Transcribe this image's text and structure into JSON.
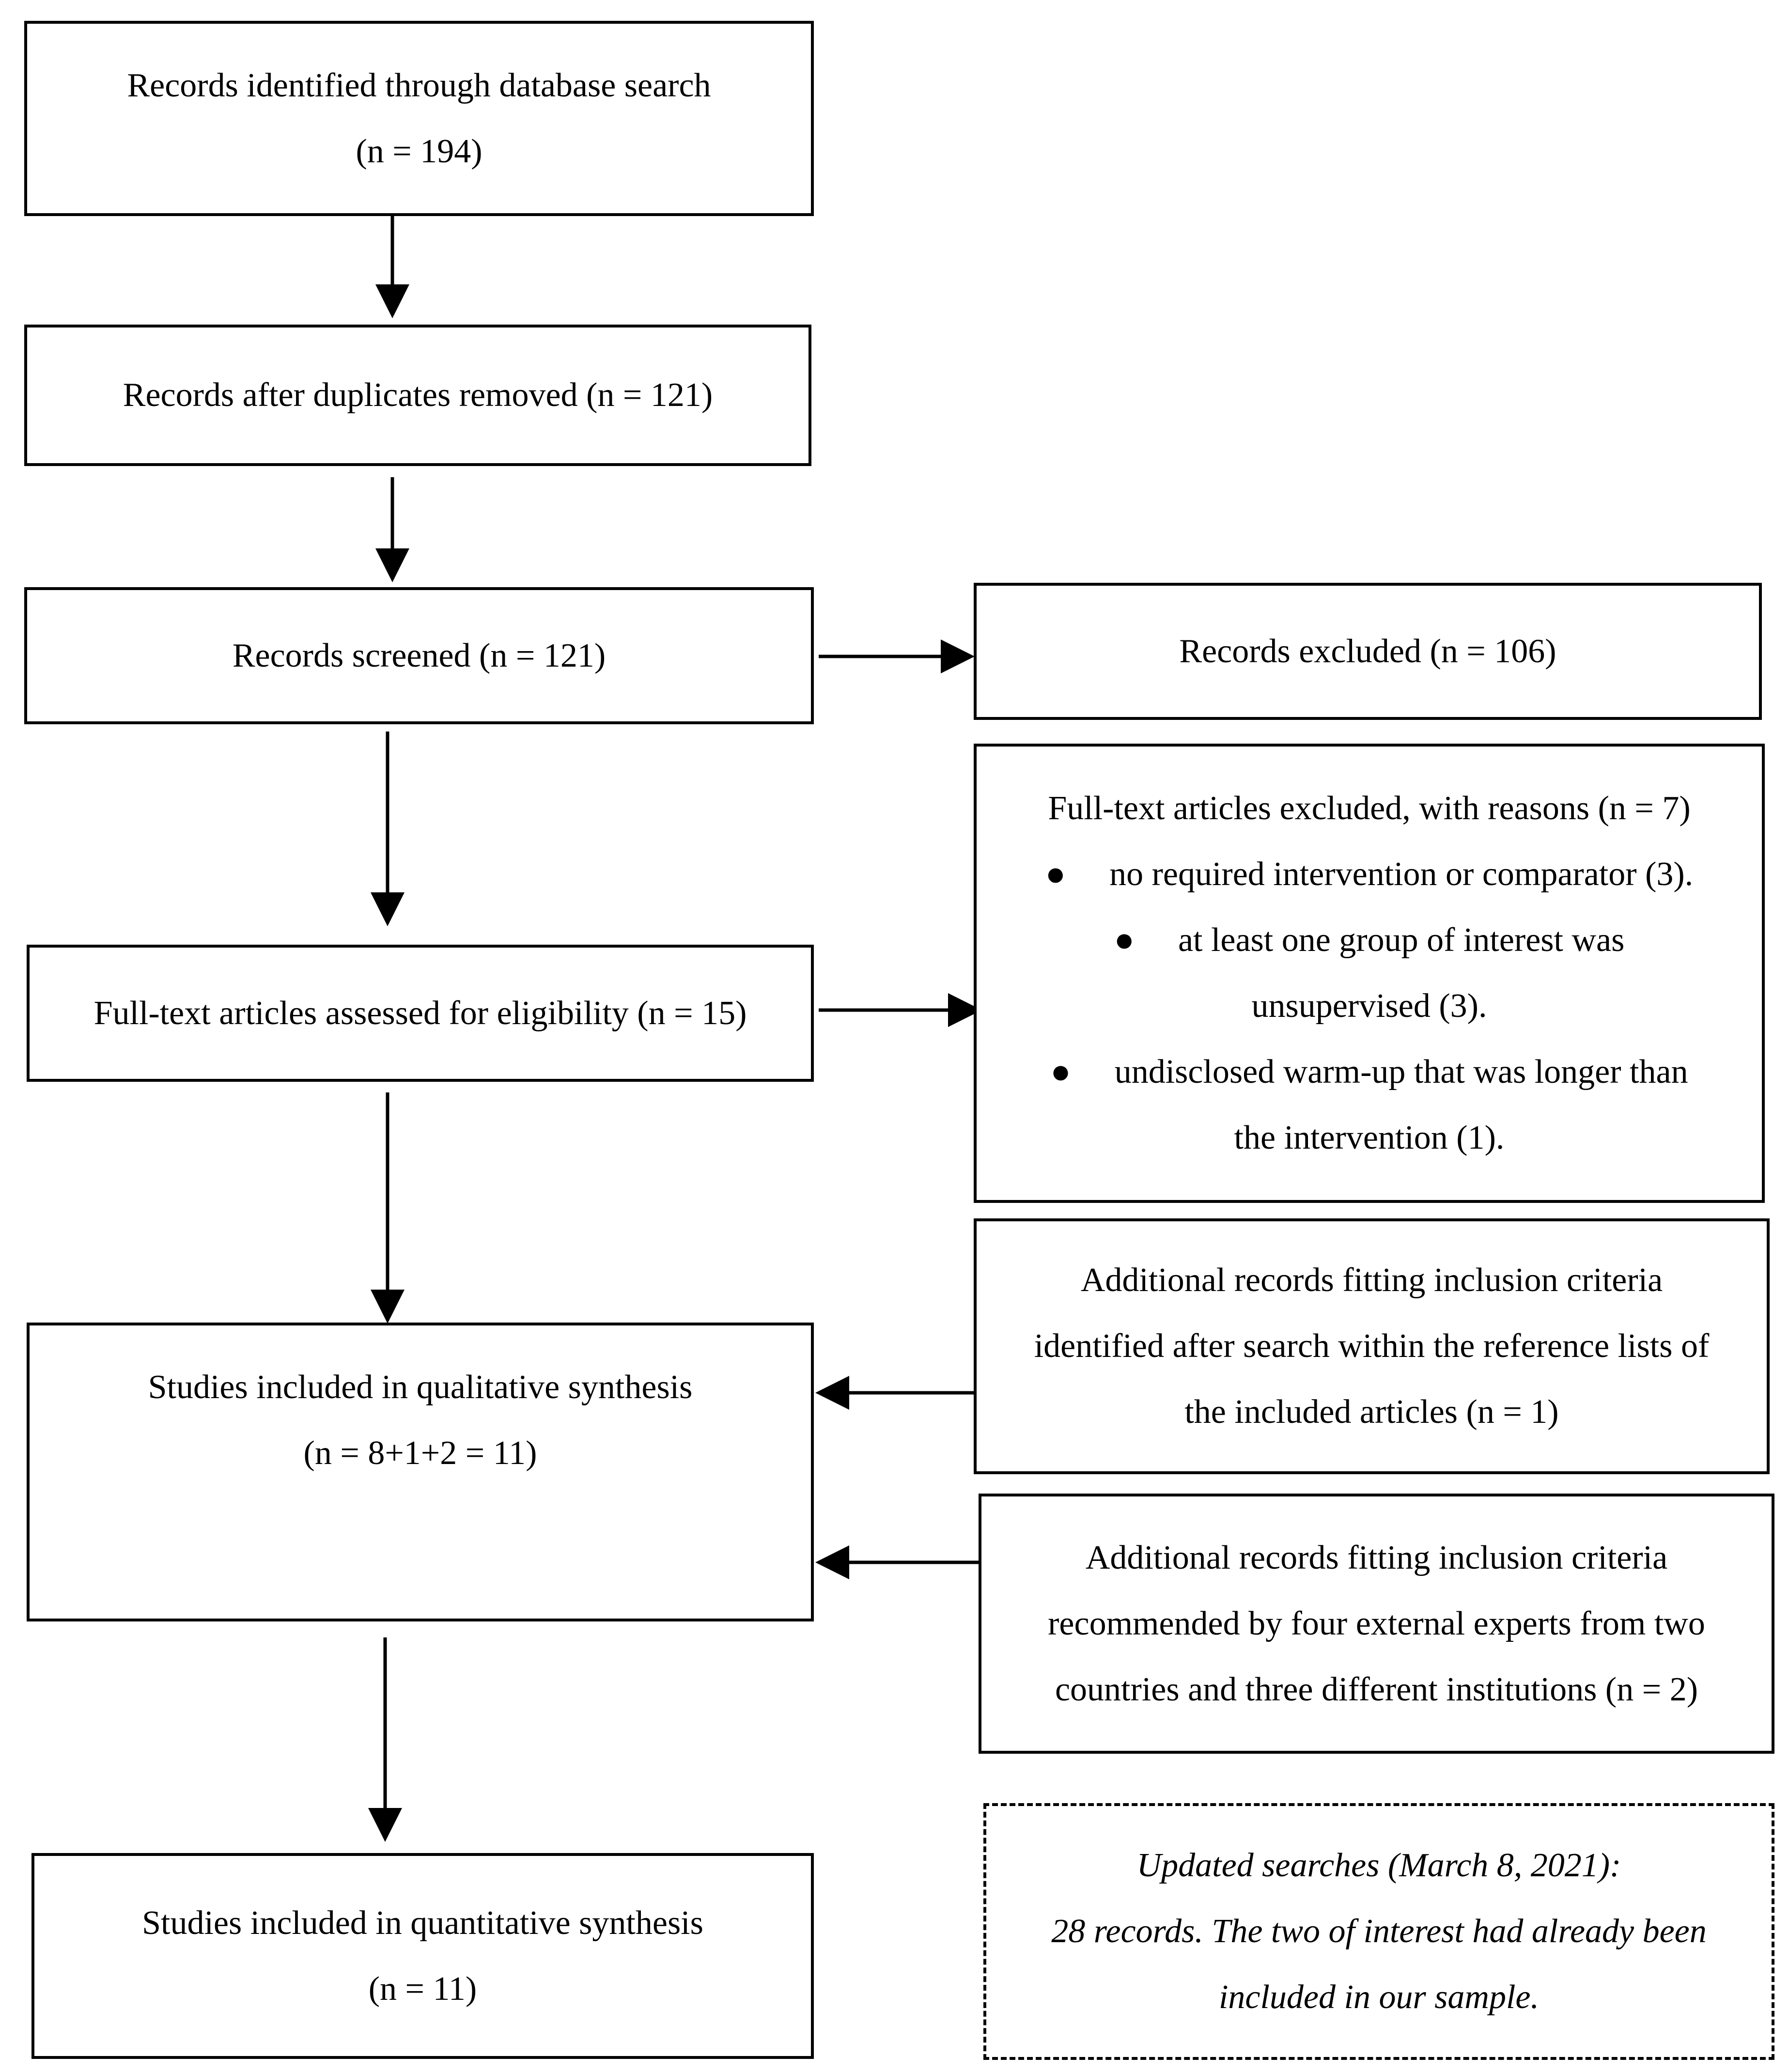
{
  "flow": {
    "identified": {
      "line1": "Records identified through database search",
      "line2": "(n = 194)"
    },
    "dedup": {
      "text": "Records after duplicates removed (n = 121)"
    },
    "screened": {
      "text": "Records screened (n = 121)"
    },
    "excluded": {
      "text": "Records excluded (n = 106)"
    },
    "fulltext_assessed": {
      "text": "Full-text articles assessed for eligibility (n = 15)"
    },
    "fulltext_excluded": {
      "title": "Full-text articles excluded, with reasons (n = 7)",
      "bullet1": "no required intervention or comparator (3).",
      "bullet2_line1": "at least one group of interest was",
      "bullet2_line2": "unsupervised (3).",
      "bullet3_line1": "undisclosed warm-up that was longer than",
      "bullet3_line2": "the intervention (1)."
    },
    "qualitative": {
      "line1": "Studies included in qualitative synthesis",
      "line2": "(n = 8+1+2 = 11)"
    },
    "additional_refs": {
      "line1": "Additional records fitting inclusion criteria",
      "line2": "identified after search within the reference lists of",
      "line3": "the included articles (n = 1)"
    },
    "additional_experts": {
      "line1": "Additional records fitting inclusion criteria",
      "line2": "recommended by four external experts from two",
      "line3": "countries and three different institutions (n = 2)"
    },
    "quantitative": {
      "line1": "Studies included in quantitative synthesis",
      "line2": "(n = 11)"
    },
    "updated": {
      "line1": "Updated searches (March 8, 2021):",
      "line2": "28 records. The two of interest had already been",
      "line3": "included in our sample."
    }
  }
}
